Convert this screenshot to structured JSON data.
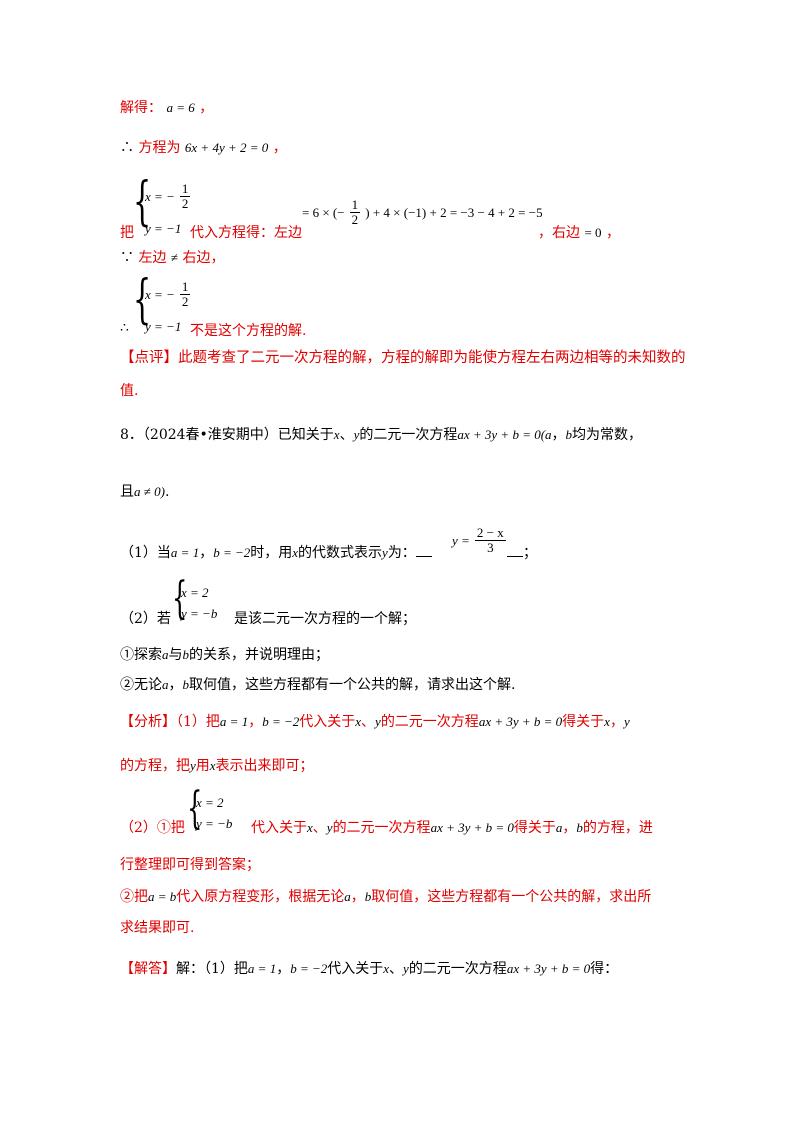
{
  "lines": {
    "l1_prefix": "解得：",
    "l1_math": "a = 6",
    "l1_suffix": "，",
    "l2_therefore": "∴",
    "l2_text": "方程为",
    "l2_math": "6x + 4y + 2 = 0",
    "l2_suffix": "，",
    "sub_ba": "把",
    "sys1_row1": "x = −",
    "sys1_num": "1",
    "sys1_den": "2",
    "sys1_row2": "y = −1",
    "sub_text": "代入方程得：左边",
    "sub_math_a": "= 6 × (−",
    "sub_num": "1",
    "sub_den": "2",
    "sub_math_b": ") + 4 × (−1) + 2 = −3 − 4 + 2 = −5",
    "sub_right_text": "，右边",
    "sub_right_math": "= 0",
    "sub_right_end": "，",
    "because": "∵",
    "neq_text_a": "左边",
    "neq_math": "≠",
    "neq_text_b": "右边，",
    "sys2_row1": "x = −",
    "sys2_num": "1",
    "sys2_den": "2",
    "sys2_row2": "y = −1",
    "therefore2": "∴",
    "not_solution": "不是这个方程的解.",
    "comment_line1": "【点评】此题考查了二元一次方程的解，方程的解即为能使方程左右两边相等的未知数的",
    "comment_line2": "值."
  },
  "problem": {
    "header_a": "8．（2024春•淮安期中）已知关于",
    "x": "x",
    "sep": "、",
    "y": "y",
    "header_b": "的二元一次方程",
    "eq": "ax + 3y + b = 0(a",
    "header_c": "，",
    "b": "b",
    "header_d": "均为常数，",
    "line2_a": "且",
    "line2_math": "a ≠ 0)",
    "line2_end": ".",
    "q1_a": "（1）当",
    "q1_m1": "a = 1",
    "q1_sep": "，",
    "q1_m2": "b = −2",
    "q1_b": "时，用",
    "q1_x": "x",
    "q1_c": "的代数式表示",
    "q1_y": "y",
    "q1_d": "为：",
    "q1_ans_lhs": "y =",
    "q1_ans_num": "2 − x",
    "q1_ans_den": "3",
    "q1_end": "；",
    "q2_a": "（2）若",
    "q2_row1": "x = 2",
    "q2_row2": "y = −b",
    "q2_b": "是该二元一次方程的一个解；",
    "q2_i_a": "①探索",
    "q2_i_a_var": "a",
    "q2_i_b": "与",
    "q2_i_b_var": "b",
    "q2_i_c": "的关系，并说明理由；",
    "q2_ii_a": "②无论",
    "q2_ii_a_var": "a",
    "q2_ii_sep": "，",
    "q2_ii_b_var": "b",
    "q2_ii_b": "取何值，这些方程都有一个公共的解，请求出这个解."
  },
  "analysis": {
    "tag": "【分析】",
    "p1_a": "（1）把",
    "p1_m1": "a = 1",
    "p1_sep": "，",
    "p1_m2": "b = −2",
    "p1_b": "代入关于",
    "p1_x": "x",
    "p1_c": "、",
    "p1_y": "y",
    "p1_d": "的二元一次方程",
    "p1_eq": "ax + 3y + b = 0",
    "p1_e": "得关于",
    "p1_x2": "x",
    "p1_f": "，",
    "p1_y2": "y",
    "p2_a": "的方程，把",
    "p2_y": "y",
    "p2_b": "用",
    "p2_x": "x",
    "p2_c": "表示出来即可；",
    "p3_a": "（2）①把",
    "p3_row1": "x = 2",
    "p3_row2": "y = −b",
    "p3_b": "代入关于",
    "p3_x": "x",
    "p3_c": "、",
    "p3_y": "y",
    "p3_d": "的二元一次方程",
    "p3_eq": "ax + 3y + b = 0",
    "p3_e": "得关于",
    "p3_a_var": "a",
    "p3_f": "，",
    "p3_b_var": "b",
    "p3_g": "的方程，进",
    "p4": "行整理即可得到答案；",
    "p5_a": "②把",
    "p5_m": "a = b",
    "p5_b": "代入原方程变形，根据无论",
    "p5_a_var": "a",
    "p5_sep": "，",
    "p5_b_var": "b",
    "p5_c": "取何值，这些方程都有一个公共的解，求出所",
    "p6": "求结果即可."
  },
  "answer": {
    "tag": "【解答】",
    "a": "解：（1）把",
    "m1": "a = 1",
    "sep": "，",
    "m2": "b = −2",
    "b": "代入关于",
    "x": "x",
    "c": "、",
    "y": "y",
    "d": "的二元一次方程",
    "eq": "ax + 3y + b = 0",
    "e": "得："
  }
}
